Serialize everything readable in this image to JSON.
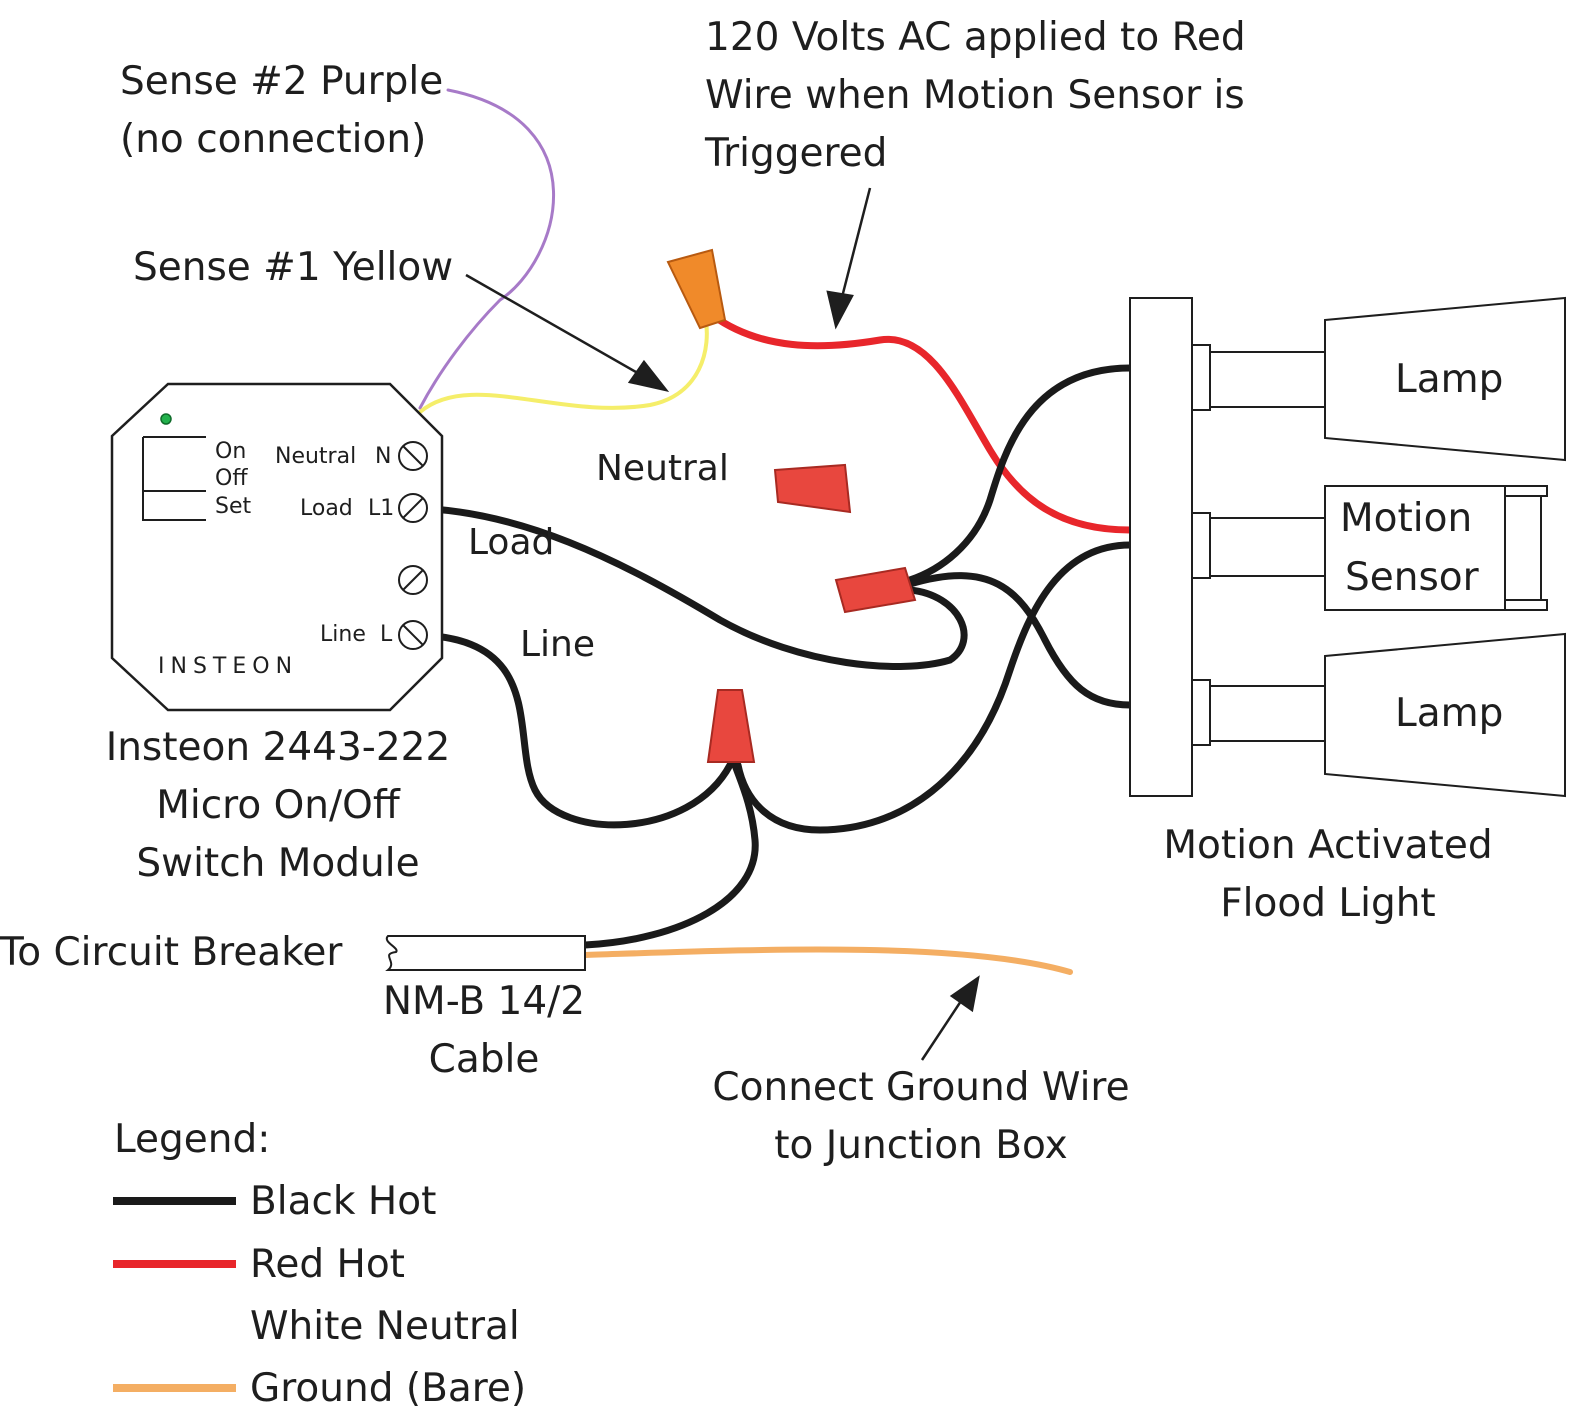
{
  "colors": {
    "black_hot": "#1a1a1a",
    "red_hot": "#e8262b",
    "white_neutral": "#ffffff",
    "ground": "#f4ae63",
    "sense_yellow": "#f5ee6a",
    "sense_purple": "#a77ac8",
    "wire_nut_red": "#e8473e",
    "wire_nut_orange": "#f08a2a",
    "led_green": "#22b14c"
  },
  "notes": {
    "sense2": [
      "Sense #2 Purple",
      "(no connection)"
    ],
    "sense1": "Sense #1 Yellow",
    "red_wire": [
      "120 Volts AC applied to Red",
      "Wire when Motion Sensor is",
      "Triggered"
    ],
    "ground": [
      "Connect Ground Wire",
      "to Junction Box"
    ]
  },
  "wire_labels": {
    "neutral": "Neutral",
    "load": "Load",
    "line": "Line"
  },
  "module": {
    "buttons": [
      "On",
      "Off",
      "Set"
    ],
    "terminals": {
      "neutral": "Neutral",
      "neutral_code": "N",
      "load": "Load",
      "load_code": "L1",
      "line": "Line",
      "line_code": "L"
    },
    "brand": "INSTEON",
    "title": [
      "Insteon 2443-222",
      "Micro On/Off",
      "Switch Module"
    ]
  },
  "fixture": {
    "lamp_top": "Lamp",
    "sensor": [
      "Motion",
      "Sensor"
    ],
    "lamp_bottom": "Lamp",
    "title": [
      "Motion Activated",
      "Flood Light"
    ]
  },
  "cable": {
    "source": "To Circuit Breaker",
    "name": [
      "NM-B 14/2",
      "Cable"
    ]
  },
  "legend": {
    "title": "Legend:",
    "items": [
      {
        "label": "Black Hot",
        "color": "#1a1a1a"
      },
      {
        "label": "Red Hot",
        "color": "#e8262b"
      },
      {
        "label": "White Neutral",
        "color": "#ffffff"
      },
      {
        "label": "Ground (Bare)",
        "color": "#f4ae63"
      }
    ]
  }
}
